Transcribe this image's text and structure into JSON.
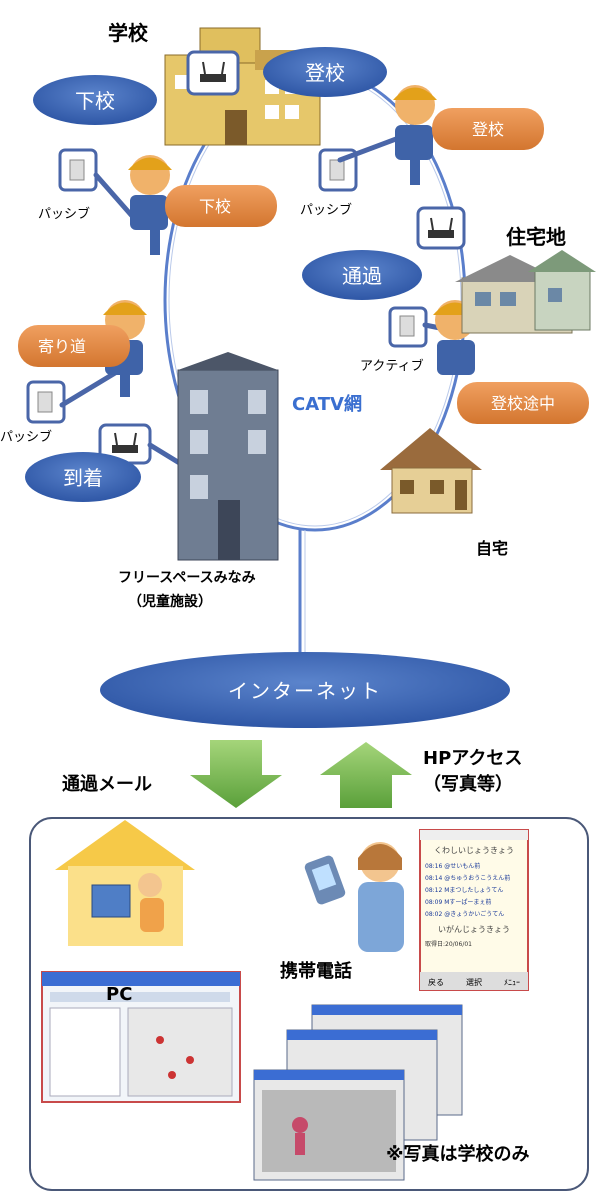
{
  "labels": {
    "school": "学校",
    "residential": "住宅地",
    "home": "自宅",
    "catv": "CATV網",
    "facility_line1": "フリースペースみなみ",
    "facility_line2": "（児童施設）",
    "internet": "インターネット",
    "mail": "通過メール",
    "hp_line1": "HPアクセス",
    "hp_line2": "（写真等）",
    "pc": "PC",
    "phone": "携帯電話",
    "photo_note": "※写真は学校のみ"
  },
  "blue_ellipses": {
    "geko": "下校",
    "toko": "登校",
    "tsuka": "通過",
    "tochaku": "到着"
  },
  "orange_tags": {
    "toko": "登校",
    "geko": "下校",
    "yorimichi": "寄り道",
    "tokochu": "登校途中"
  },
  "tag_types": {
    "passive1": "パッシブ",
    "passive2": "パッシブ",
    "active": "アクティブ",
    "passive3": "パッシブ"
  },
  "phone_screen": {
    "header": "くわしいじょうきょう",
    "rows": [
      "08:16 @せいもん前",
      "08:14 @ちゅうおうこうえん前",
      "08:12 Mまつしたしょうてん",
      "08:09 Mすーぱーまぇ前",
      "08:02 @きょうかいごうてん"
    ],
    "footer_header": "いがんじょうきょう",
    "date_line": "取得日:20/06/01",
    "buttons": [
      "戻る",
      "選択",
      "ﾒﾆｭｰ"
    ]
  },
  "colors": {
    "blue": "#3d66b5",
    "orange": "#e08a45",
    "green": "#6fb24a",
    "ring": "#5a7ecb"
  }
}
